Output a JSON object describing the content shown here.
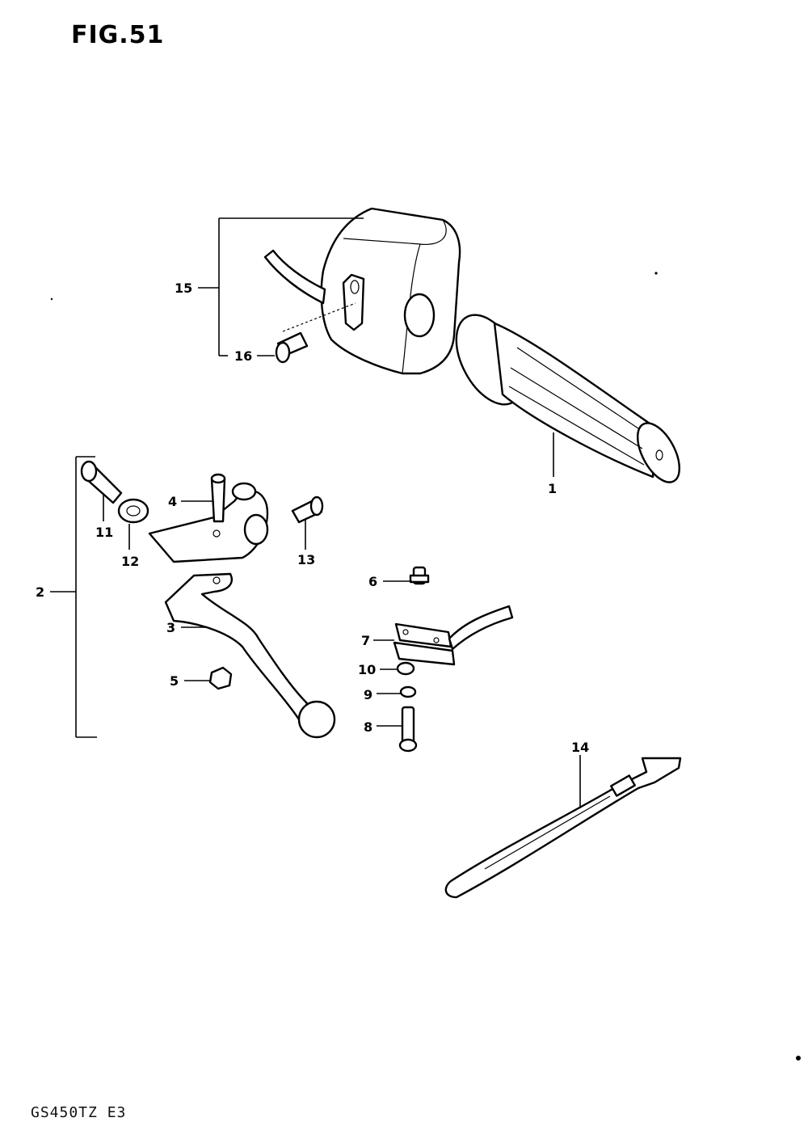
{
  "figure": {
    "title": "FIG.51",
    "model_code": "GS450TZ  E3"
  },
  "callouts": [
    {
      "id": "1",
      "label": "1"
    },
    {
      "id": "2",
      "label": "2"
    },
    {
      "id": "3",
      "label": "3"
    },
    {
      "id": "4",
      "label": "4"
    },
    {
      "id": "5",
      "label": "5"
    },
    {
      "id": "6",
      "label": "6"
    },
    {
      "id": "7",
      "label": "7"
    },
    {
      "id": "8",
      "label": "8"
    },
    {
      "id": "9",
      "label": "9"
    },
    {
      "id": "10",
      "label": "10"
    },
    {
      "id": "11",
      "label": "11"
    },
    {
      "id": "12",
      "label": "12"
    },
    {
      "id": "13",
      "label": "13"
    },
    {
      "id": "14",
      "label": "14"
    },
    {
      "id": "15",
      "label": "15"
    },
    {
      "id": "16",
      "label": "16"
    }
  ]
}
